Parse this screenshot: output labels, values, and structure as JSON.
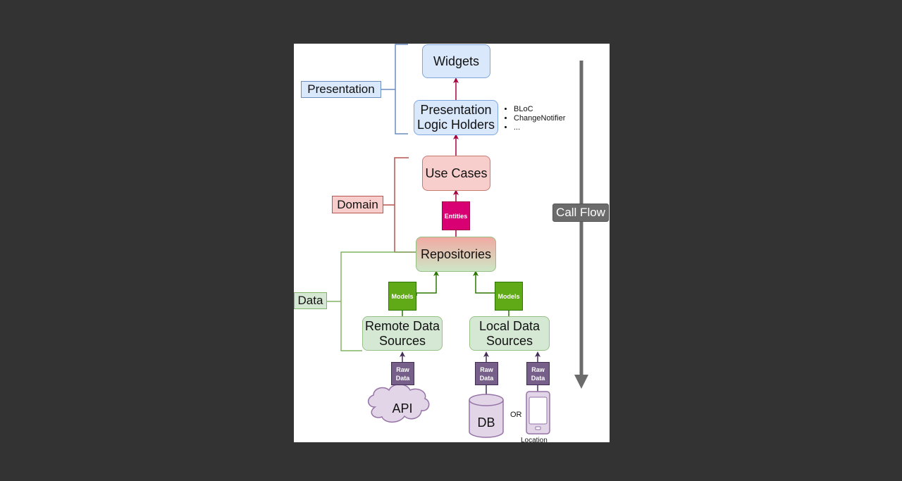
{
  "layers": {
    "presentation": "Presentation",
    "domain": "Domain",
    "data": "Data"
  },
  "nodes": {
    "widgets": "Widgets",
    "presentation_logic_holders": "Presentation\nLogic Holders",
    "use_cases": "Use Cases",
    "repositories": "Repositories",
    "remote_data_sources": "Remote Data\nSources",
    "local_data_sources": "Local Data\nSources",
    "api": "API",
    "db": "DB",
    "location": "Location"
  },
  "tags": {
    "entities": "Entities",
    "models_left": "Models",
    "models_right": "Models",
    "raw_data_api": "Raw\nData",
    "raw_data_db": "Raw\nData",
    "raw_data_location": "Raw\nData"
  },
  "logic_holder_examples": [
    "BLoC",
    "ChangeNotifier",
    "..."
  ],
  "or_label": "OR",
  "call_flow": "Call Flow",
  "colors": {
    "presentation": "#6c8ebf",
    "domain": "#b85450",
    "data": "#82b366",
    "entities": "#d80073",
    "models": "#60a917",
    "raw_data": "#76608a",
    "arrow_presentation": "#a50040",
    "arrow_data": "#2d7600",
    "arrow_raw": "#432d57",
    "call_flow": "#6b6b6b"
  }
}
